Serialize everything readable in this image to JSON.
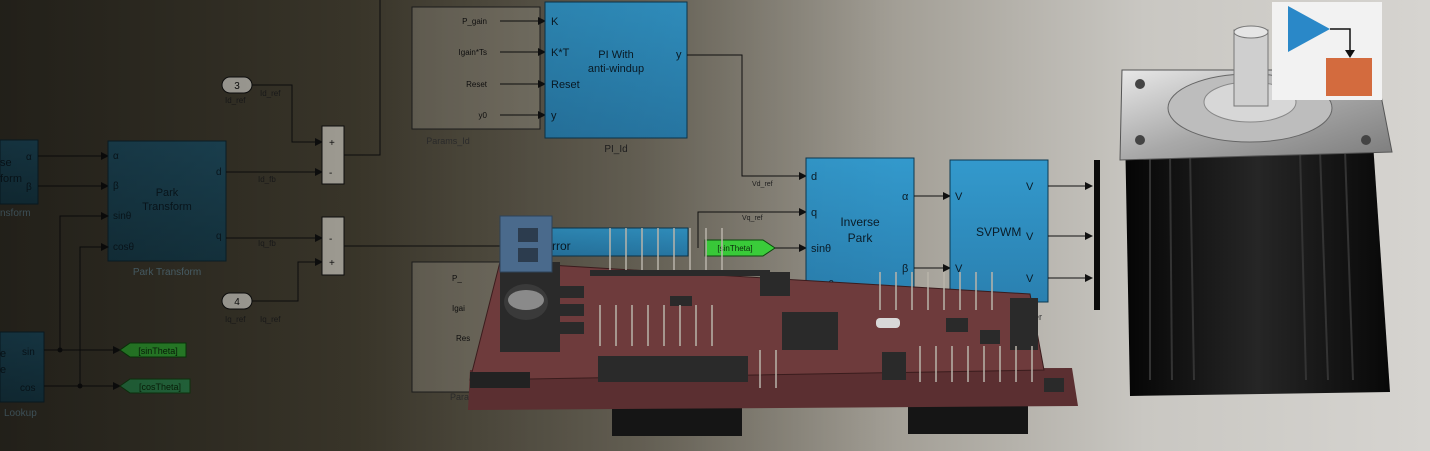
{
  "blocks": {
    "clarke": {
      "ports_in": [],
      "ports_out": [
        "α",
        "β"
      ],
      "name_parts": [
        "se",
        "form"
      ],
      "caption": "nsform"
    },
    "park": {
      "title_lines": [
        "Park",
        "Transform"
      ],
      "ports_in": [
        "α",
        "β",
        "sinθ",
        "cosθ"
      ],
      "ports_out": [
        "d",
        "q"
      ],
      "caption": "Park Transform"
    },
    "lookup": {
      "name_parts": [
        "e",
        "e"
      ],
      "ports_out": [
        "sin",
        "cos"
      ],
      "caption": "Lookup"
    },
    "pi_id": {
      "title_lines": [
        "PI With",
        "anti-windup"
      ],
      "ports_in": [
        "K",
        "K*T",
        "Reset",
        "y"
      ],
      "ports_out": [
        "y"
      ],
      "caption": "PI_Id"
    },
    "pi_iq": {
      "ports_in": [
        "P_",
        "Igai",
        "Res"
      ],
      "title_fragment": "rror"
    },
    "params_id": {
      "ports_out": [
        "P_gain",
        "Igain*Ts",
        "Reset",
        "y0"
      ],
      "caption": "Params_Id"
    },
    "params_iq": {
      "caption": "Params_Iq"
    },
    "inverse_park": {
      "title_lines": [
        "Inverse",
        "Park"
      ],
      "ports_in": [
        "d",
        "q",
        "sinθ",
        "cosθ"
      ],
      "ports_out": [
        "α",
        "β"
      ]
    },
    "svpwm": {
      "title": "SVPWM",
      "ports_in": [
        "V",
        "V"
      ],
      "ports_out": [
        "V",
        "V",
        "V"
      ],
      "caption": "ller"
    }
  },
  "tags": {
    "id_ref_port": "3",
    "iq_ref_port": "4",
    "id_ref_label": "Id_ref",
    "iq_ref_label": "Iq_ref",
    "id_label": "Id_fb",
    "iq_label": "Iq_fb",
    "vd_ref": "Vd_ref",
    "vq_ref": "Vq_ref",
    "goto_sin": "[sinTheta]",
    "goto_cos": "[cosTheta]",
    "from_sin": "[sinTheta]"
  },
  "sum_signs": [
    "+",
    "-",
    "-",
    "+"
  ],
  "colors": {
    "block_blue": "#2a88b8",
    "block_dark": "#1d4a5c",
    "tag_green": "#39c43a",
    "pcb": "#6e3b3c",
    "motor": "#121212"
  }
}
